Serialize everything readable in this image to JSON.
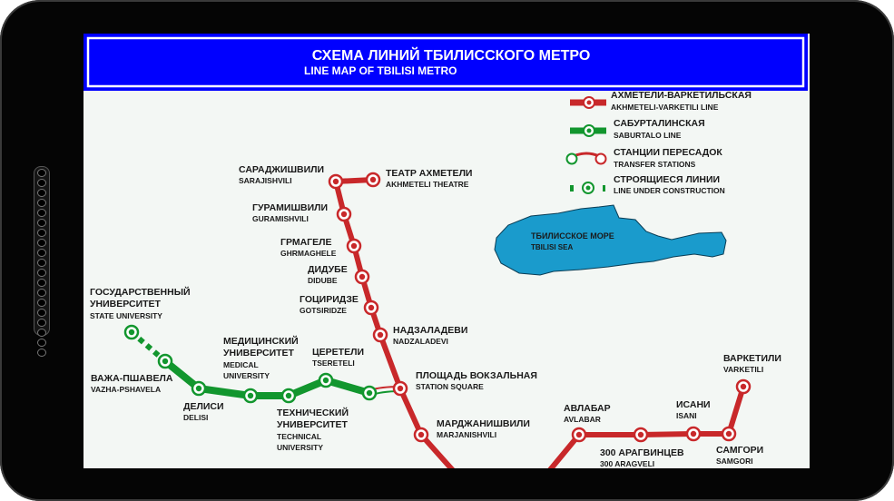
{
  "header": {
    "title_ru": "СХЕМА ЛИНИЙ ТБИЛИССКОГО МЕТРО",
    "title_en": "LINE MAP OF TBILISI METRO"
  },
  "legend": [
    {
      "ru": "АХМЕТЕЛИ-ВАРКЕТИЛЬСКАЯ",
      "en": "AKHMETELI-VARKETILI LINE"
    },
    {
      "ru": "САБУРТАЛИНСКАЯ",
      "en": "SABURTALO LINE"
    },
    {
      "ru": "СТАНЦИИ ПЕРЕСАДОК",
      "en": "TRANSFER STATIONS"
    },
    {
      "ru": "СТРОЯЩИЕСЯ ЛИНИИ",
      "en": "LINE UNDER CONSTRUCTION"
    }
  ],
  "sea": {
    "ru": "ТБИЛИССКОЕ МОРЕ",
    "en": "TBILISI SEA"
  },
  "red_line": [
    {
      "ru": "ТЕАТР АХМЕТЕЛИ",
      "en": "AKHMETELI THEATRE"
    },
    {
      "ru": "САРАДЖИШВИЛИ",
      "en": "SARAJISHVILI"
    },
    {
      "ru": "ГУРАМИШВИЛИ",
      "en": "GURAMISHVILI"
    },
    {
      "ru": "ГРМАГЕЛЕ",
      "en": "GHRMAGHELE"
    },
    {
      "ru": "ДИДУБЕ",
      "en": "DIDUBE"
    },
    {
      "ru": "ГОЦИРИДЗЕ",
      "en": "GOTSIRIDZE"
    },
    {
      "ru": "НАДЗАЛАДЕВИ",
      "en": "NADZALADEVI"
    },
    {
      "ru": "ПЛОЩАДЬ ВОКЗАЛЬНАЯ",
      "en": "STATION SQUARE"
    },
    {
      "ru": "МАРДЖАНИШВИЛИ",
      "en": "MARJANISHVILI"
    },
    {
      "ru": "АВЛАБАР",
      "en": "AVLABAR"
    },
    {
      "ru": "300 АРАГВИНЦЕВ",
      "en": "300 ARAGVELI"
    },
    {
      "ru": "ИСАНИ",
      "en": "ISANI"
    },
    {
      "ru": "САМГОРИ",
      "en": "SAMGORI"
    },
    {
      "ru": "ВАРКЕТИЛИ",
      "en": "VARKETILI"
    }
  ],
  "green_line": [
    {
      "ru1": "ГОСУДАРСТВЕННЫЙ",
      "ru2": "УНИВЕРСИТЕТ",
      "en": "STATE UNIVERSITY"
    },
    {
      "ru": "ВАЖА-ПШАВЕЛА",
      "en": "VAZHA-PSHAVELA"
    },
    {
      "ru": "ДЕЛИСИ",
      "en": "DELISI"
    },
    {
      "ru1": "МЕДИЦИНСКИЙ",
      "ru2": "УНИВЕРСИТЕТ",
      "en1": "MEDICAL",
      "en2": "UNIVERSITY"
    },
    {
      "ru1": "ТЕХНИЧЕСКИЙ",
      "ru2": "УНИВЕРСИТЕТ",
      "en1": "TECHNICAL",
      "en2": "UNIVERSITY"
    },
    {
      "ru": "ЦЕРЕТЕЛИ",
      "en": "TSERETELI"
    }
  ],
  "colors": {
    "red": "#c8282a",
    "green": "#12962e",
    "blue": "#0000ff",
    "sea": "#1a9bcc"
  }
}
